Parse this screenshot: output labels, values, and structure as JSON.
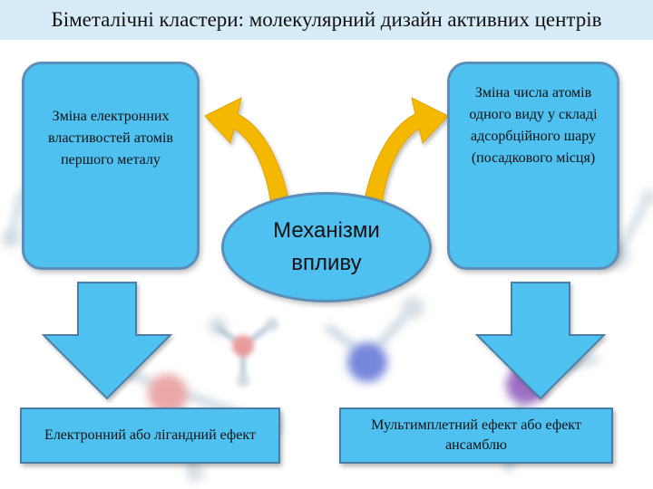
{
  "title": "Біметалічні кластери: молекулярний дизайн активних центрів",
  "center_node": {
    "label": "Механізми впливу"
  },
  "left_node": {
    "label": "Зміна електронних властивостей атомів першого металу"
  },
  "right_node": {
    "label": "Зміна числа атомів одного виду у складі адсорбційного шару (посадкового місця)"
  },
  "bottom_left_node": {
    "label": "Електронний або лігандний ефект"
  },
  "bottom_right_node": {
    "label": "Мультимплетний ефект або ефект ансамблю"
  },
  "colors": {
    "node_fill": "#4fc1f0",
    "node_border": "#5b8fb9",
    "curved_arrow": "#f5b800",
    "down_arrow": "#4fc1f0",
    "title_band": "#d7ebf7"
  }
}
